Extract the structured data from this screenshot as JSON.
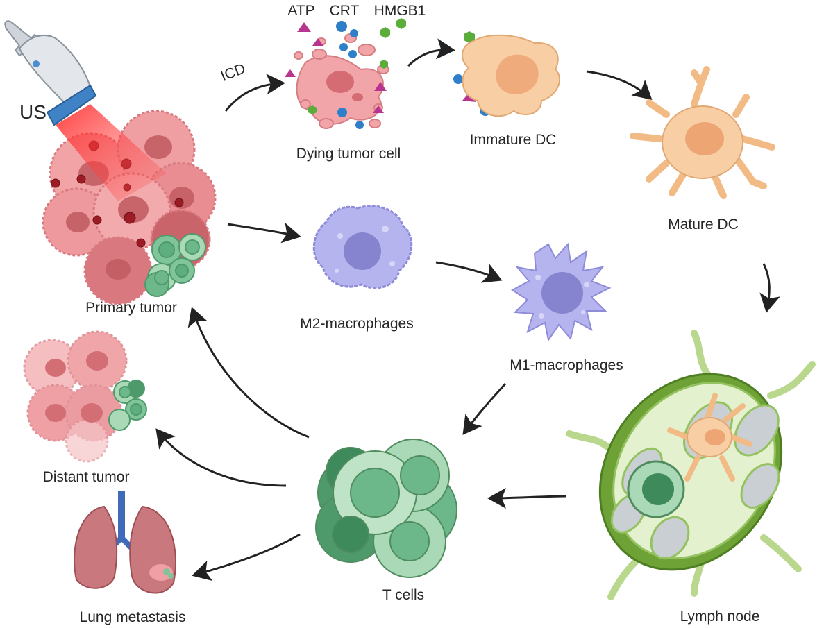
{
  "labels": {
    "us": "US",
    "icd": "ICD",
    "atp": "ATP",
    "crt": "CRT",
    "hmgb1": "HMGB1",
    "dying_tumor_cell": "Dying tumor cell",
    "immature_dc": "Immature DC",
    "mature_dc": "Mature DC",
    "primary_tumor": "Primary tumor",
    "m2_macrophages": "M2-macrophages",
    "m1_macrophages": "M1-macrophages",
    "distant_tumor": "Distant tumor",
    "lung_metastasis": "Lung metastasis",
    "t_cells": "T cells",
    "lymph_node": "Lymph node"
  },
  "colors": {
    "tumor": "#e8868a",
    "tumor_dark": "#c95c62",
    "dc": "#f8cfa4",
    "macrophage": "#b6b4ee",
    "t_cell": "#6cb88a",
    "t_cell_light": "#a9d9b6",
    "lymph_node_rim": "#5f9a2c",
    "lung": "#c9787e",
    "atp_marker": "#b8358f",
    "crt_marker": "#2f7fc8",
    "hmgb1_marker": "#5aad3a",
    "arrow": "#222222"
  },
  "icons": [
    "ultrasound-probe-icon",
    "tumor-cell-icon",
    "dendritic-cell-icon",
    "macrophage-icon",
    "t-cell-icon",
    "lymph-node-icon",
    "lung-icon"
  ]
}
